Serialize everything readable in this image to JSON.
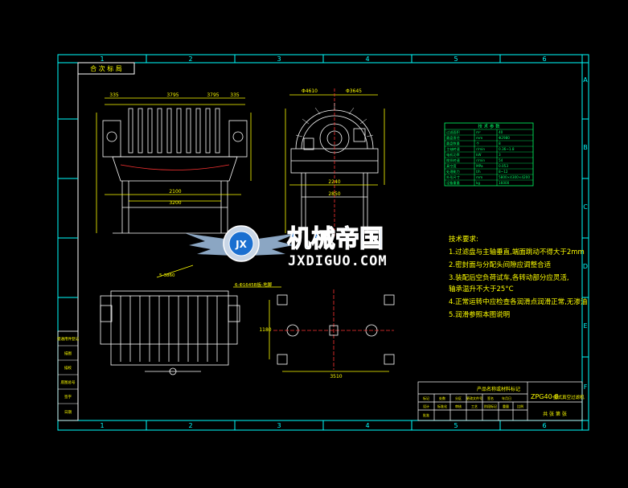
{
  "frame": {
    "columns": [
      "1",
      "2",
      "3",
      "4",
      "5",
      "6"
    ],
    "rows": [
      "A",
      "B",
      "C",
      "D",
      "E",
      "F"
    ],
    "corner_label": "合 次 标 局"
  },
  "watermark": {
    "name_cn": "机械帝国",
    "domain": "JXDIGUO.COM",
    "emblem_text": "JX"
  },
  "front_view": {
    "dims": [
      "335",
      "3795",
      "3795",
      "335",
      "3200",
      "2100"
    ]
  },
  "side_view": {
    "dims": [
      "Φ4610",
      "Φ3645",
      "2240",
      "2850"
    ]
  },
  "top_view": {
    "labels": [
      "5-3860",
      "6-Φ1645B板-地脚"
    ]
  },
  "foundation_view": {
    "dims": [
      "3510",
      "1180"
    ]
  },
  "specs_table": {
    "title": "技 术 参 数",
    "rows": [
      [
        "过滤面积",
        "m²",
        "40"
      ],
      [
        "圆盘直径",
        "mm",
        "Φ2980"
      ],
      [
        "圆盘数量",
        "个",
        "8"
      ],
      [
        "主轴转速",
        "r/min",
        "0.36~1.8"
      ],
      [
        "电机功率",
        "kW",
        "3"
      ],
      [
        "搅拌转速",
        "r/min",
        "54"
      ],
      [
        "真空度",
        "MPa",
        "0.053"
      ],
      [
        "处理能力",
        "t/h",
        "8~12"
      ],
      [
        "外形尺寸",
        "mm",
        "5800×4300×4200"
      ],
      [
        "设备重量",
        "kg",
        "16000"
      ]
    ]
  },
  "tech_req": {
    "title": "技术要求:",
    "items": [
      "1.过滤盘与主轴垂直,端面跳动不得大于2mm",
      "2.密封面与分配头间隙应调整合适",
      "3.装配后空负荷试车,各转动部分应灵活,",
      "  轴承温升不大于25°C",
      "4.正常运转中应检查各润滑点润滑正常,无渗油",
      "5.润滑参照本图说明"
    ]
  },
  "title_block": {
    "company": "产品名称或材料标记",
    "drawing_no": "ZPG40-8",
    "drawing_title": "盘式真空过滤机",
    "small_cells": [
      "标记",
      "处数",
      "分区",
      "更改文件号",
      "签名",
      "年月日"
    ],
    "approve_cells": [
      "设计",
      "标准化",
      "审核",
      "工艺",
      "批准"
    ],
    "sign_cells": [
      "阶段标记",
      "重量",
      "比例"
    ],
    "sheet": "共 张 第 张"
  },
  "change_table": {
    "rows": [
      "借通用件登记",
      "描图",
      "描校",
      "底图总号",
      "签字",
      "日期"
    ]
  },
  "colors": {
    "frame": "#00ffff",
    "line": "#ffffff",
    "dim": "#ffff00",
    "accent": "#ff3333",
    "table": "#00ff66",
    "logo_blue": "#1a6fd0"
  }
}
